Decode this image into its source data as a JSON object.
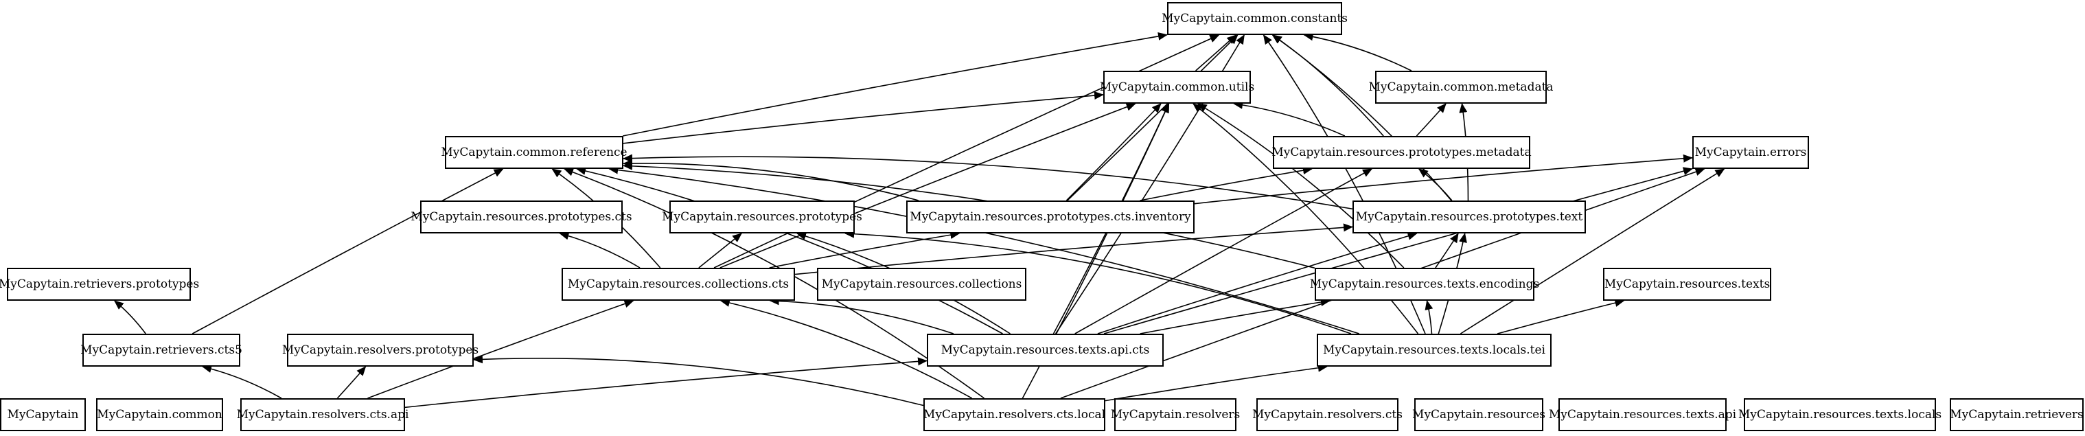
{
  "diagram": {
    "type": "module dependency graph",
    "colors": {
      "stroke": "#000000",
      "fill": "#ffffff",
      "text": "#000000"
    },
    "nodes": [
      {
        "id": "constants",
        "label": "MyCapytain.common.constants"
      },
      {
        "id": "utils",
        "label": "MyCapytain.common.utils"
      },
      {
        "id": "metadata",
        "label": "MyCapytain.common.metadata"
      },
      {
        "id": "reference",
        "label": "MyCapytain.common.reference"
      },
      {
        "id": "proto_metadata",
        "label": "MyCapytain.resources.prototypes.metadata"
      },
      {
        "id": "errors",
        "label": "MyCapytain.errors"
      },
      {
        "id": "proto_cts",
        "label": "MyCapytain.resources.prototypes.cts"
      },
      {
        "id": "prototypes",
        "label": "MyCapytain.resources.prototypes"
      },
      {
        "id": "proto_cts_inv",
        "label": "MyCapytain.resources.prototypes.cts.inventory"
      },
      {
        "id": "proto_text",
        "label": "MyCapytain.resources.prototypes.text"
      },
      {
        "id": "ret_proto",
        "label": "MyCapytain.retrievers.prototypes"
      },
      {
        "id": "coll_cts",
        "label": "MyCapytain.resources.collections.cts"
      },
      {
        "id": "collections",
        "label": "MyCapytain.resources.collections"
      },
      {
        "id": "encodings",
        "label": "MyCapytain.resources.texts.encodings"
      },
      {
        "id": "texts",
        "label": "MyCapytain.resources.texts"
      },
      {
        "id": "cts5",
        "label": "MyCapytain.retrievers.cts5"
      },
      {
        "id": "res_proto",
        "label": "MyCapytain.resolvers.prototypes"
      },
      {
        "id": "api_cts",
        "label": "MyCapytain.resources.texts.api.cts"
      },
      {
        "id": "locals_tei",
        "label": "MyCapytain.resources.texts.locals.tei"
      },
      {
        "id": "mycapytain",
        "label": "MyCapytain"
      },
      {
        "id": "common",
        "label": "MyCapytain.common"
      },
      {
        "id": "res_cts_api",
        "label": "MyCapytain.resolvers.cts.api"
      },
      {
        "id": "res_cts_local",
        "label": "MyCapytain.resolvers.cts.local"
      },
      {
        "id": "resolvers",
        "label": "MyCapytain.resolvers"
      },
      {
        "id": "resolvers_cts",
        "label": "MyCapytain.resolvers.cts"
      },
      {
        "id": "resources",
        "label": "MyCapytain.resources"
      },
      {
        "id": "texts_api",
        "label": "MyCapytain.resources.texts.api"
      },
      {
        "id": "texts_locals",
        "label": "MyCapytain.resources.texts.locals"
      },
      {
        "id": "retrievers",
        "label": "MyCapytain.retrievers"
      }
    ],
    "edges": [
      [
        "utils",
        "constants"
      ],
      [
        "metadata",
        "constants"
      ],
      [
        "reference",
        "constants"
      ],
      [
        "reference",
        "utils"
      ],
      [
        "proto_metadata",
        "constants"
      ],
      [
        "proto_metadata",
        "utils"
      ],
      [
        "proto_metadata",
        "metadata"
      ],
      [
        "proto_cts_inv",
        "constants"
      ],
      [
        "proto_cts_inv",
        "utils"
      ],
      [
        "proto_cts_inv",
        "reference"
      ],
      [
        "proto_cts_inv",
        "proto_metadata"
      ],
      [
        "proto_cts_inv",
        "errors"
      ],
      [
        "proto_text",
        "constants"
      ],
      [
        "proto_text",
        "metadata"
      ],
      [
        "proto_text",
        "reference"
      ],
      [
        "proto_text",
        "proto_metadata"
      ],
      [
        "cts5",
        "ret_proto"
      ],
      [
        "cts5",
        "reference"
      ],
      [
        "coll_cts",
        "constants"
      ],
      [
        "coll_cts",
        "utils"
      ],
      [
        "coll_cts",
        "reference"
      ],
      [
        "coll_cts",
        "proto_cts"
      ],
      [
        "coll_cts",
        "prototypes"
      ],
      [
        "coll_cts",
        "proto_cts_inv"
      ],
      [
        "coll_cts",
        "proto_text"
      ],
      [
        "encodings",
        "utils"
      ],
      [
        "encodings",
        "proto_text"
      ],
      [
        "encodings",
        "reference"
      ],
      [
        "api_cts",
        "constants"
      ],
      [
        "api_cts",
        "utils"
      ],
      [
        "api_cts",
        "reference"
      ],
      [
        "api_cts",
        "coll_cts"
      ],
      [
        "api_cts",
        "prototypes"
      ],
      [
        "api_cts",
        "proto_text"
      ],
      [
        "api_cts",
        "encodings"
      ],
      [
        "api_cts",
        "errors"
      ],
      [
        "api_cts",
        "proto_metadata"
      ],
      [
        "locals_tei",
        "constants"
      ],
      [
        "locals_tei",
        "utils"
      ],
      [
        "locals_tei",
        "reference"
      ],
      [
        "locals_tei",
        "errors"
      ],
      [
        "locals_tei",
        "encodings"
      ],
      [
        "locals_tei",
        "proto_text"
      ],
      [
        "locals_tei",
        "texts"
      ],
      [
        "locals_tei",
        "prototypes"
      ],
      [
        "res_cts_api",
        "res_proto"
      ],
      [
        "res_cts_api",
        "cts5"
      ],
      [
        "res_cts_api",
        "api_cts"
      ],
      [
        "res_cts_api",
        "coll_cts"
      ],
      [
        "res_cts_local",
        "res_proto"
      ],
      [
        "res_cts_local",
        "coll_cts"
      ],
      [
        "res_cts_local",
        "locals_tei"
      ],
      [
        "res_cts_local",
        "reference"
      ],
      [
        "res_cts_local",
        "utils"
      ],
      [
        "res_cts_local",
        "errors"
      ]
    ]
  }
}
